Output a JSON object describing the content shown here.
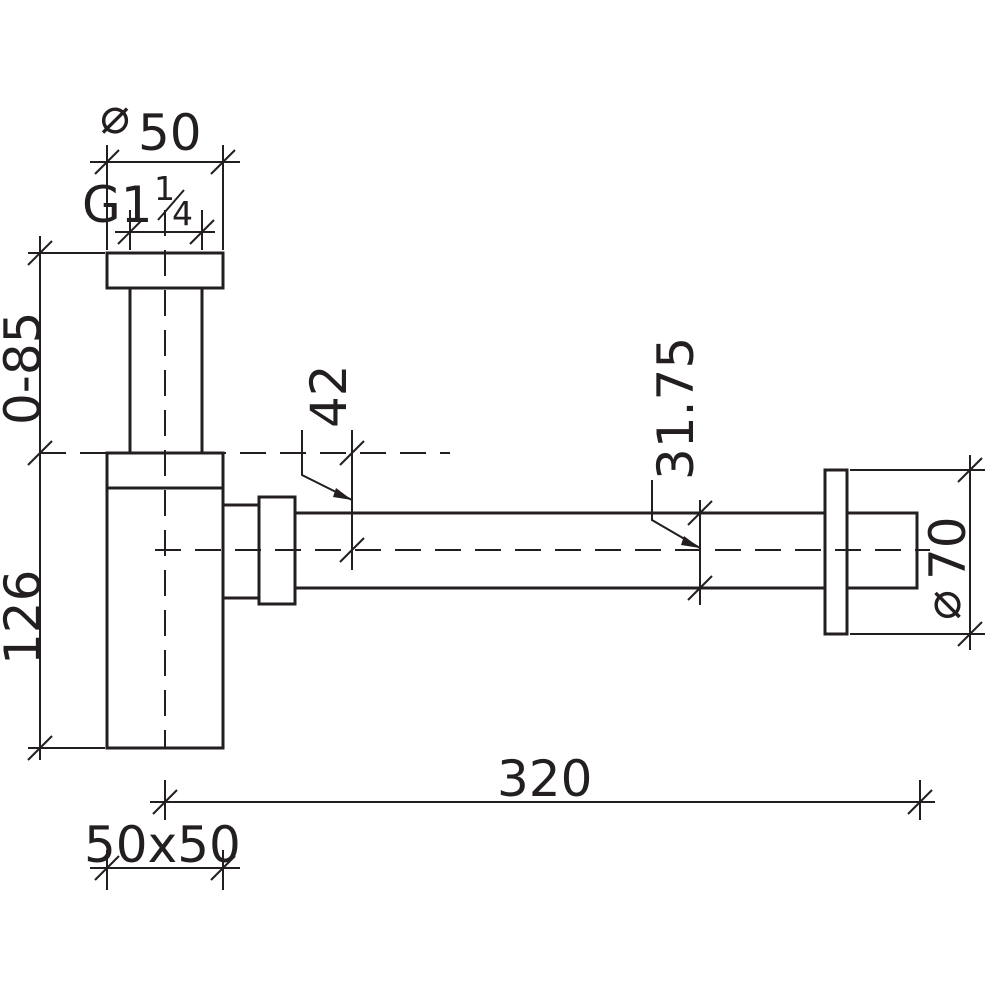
{
  "dimensions": {
    "inlet_diameter_symbol": "⌀",
    "inlet_diameter": "50",
    "thread_prefix": "G1",
    "thread_fraction_numerator": "1",
    "thread_fraction_denominator": "4",
    "height_adjust": "0-85",
    "body_height": "126",
    "pipe_diameter": "42",
    "tube_diameter": "31.75",
    "rosette_diameter_symbol": "⌀",
    "rosette_diameter": "70",
    "projection_length": "320",
    "body_section": "50x50"
  },
  "colors": {
    "line": "#231f20",
    "background": "#ffffff"
  }
}
